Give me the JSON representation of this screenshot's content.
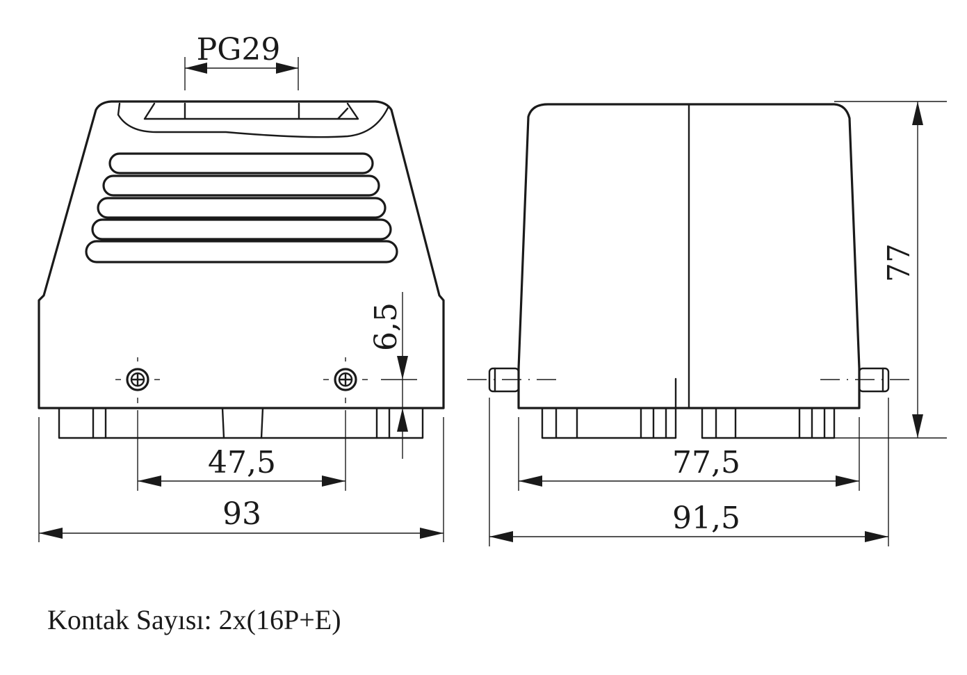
{
  "dimensions": {
    "gland_thread": "PG29",
    "front_width": "93",
    "bolt_spacing": "47,5",
    "bolt_height": "6,5",
    "side_inner_width": "77,5",
    "side_overall_width": "91,5",
    "height": "77"
  },
  "caption": "Kontak Sayısı: 2x(16P+E)"
}
